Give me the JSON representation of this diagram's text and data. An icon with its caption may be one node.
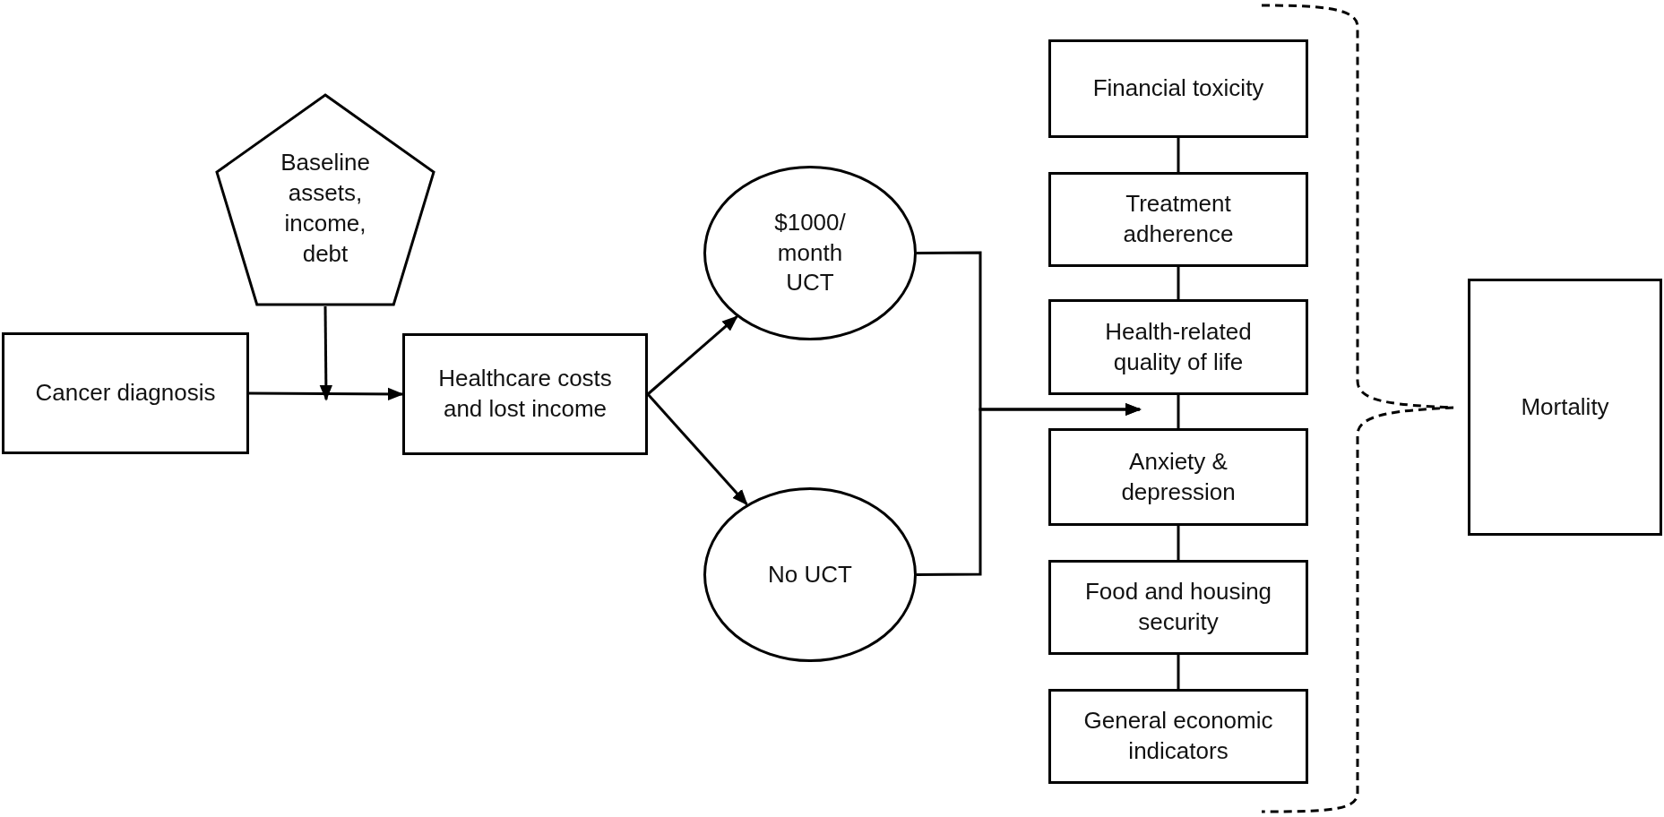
{
  "diagram": {
    "nodes": [
      {
        "text": [
          "Cancer diagnosis"
        ]
      },
      {
        "text": [
          "Baseline assets, income, debt"
        ]
      },
      {
        "text": [
          "Healthcare costs and lost income"
        ]
      },
      {
        "text": [
          "$1000/ month UCT"
        ]
      },
      {
        "text": [
          "No UCT"
        ]
      },
      {
        "text": [
          "Financial toxicity"
        ]
      },
      {
        "text": [
          "Treatment adherence"
        ]
      },
      {
        "text": [
          "Health-related quality of life"
        ]
      },
      {
        "text": [
          "Anxiety & depression"
        ]
      },
      {
        "text": [
          "Food and housing security"
        ]
      },
      {
        "text": [
          "General economic indicators"
        ]
      },
      {
        "text": [
          "Mortality"
        ]
      }
    ],
    "edges": [
      {
        "from": 0,
        "to": 2,
        "arrow": "to"
      },
      {
        "from": 1,
        "to": null,
        "arrow": "to"
      },
      {
        "from": 2,
        "to": 3,
        "arrow": "to"
      },
      {
        "from": 2,
        "to": 4,
        "arrow": "to"
      },
      {
        "from": 3,
        "to": 7,
        "arrow": "to"
      },
      {
        "from": 4,
        "to": 7,
        "arrow": "to"
      },
      {
        "from": 5,
        "to": 6,
        "arrow": "none"
      },
      {
        "from": 6,
        "to": 7,
        "arrow": "none"
      },
      {
        "from": 7,
        "to": 8,
        "arrow": "none"
      },
      {
        "from": 8,
        "to": 9,
        "arrow": "none"
      },
      {
        "from": 9,
        "to": 10,
        "arrow": "none"
      }
    ]
  }
}
